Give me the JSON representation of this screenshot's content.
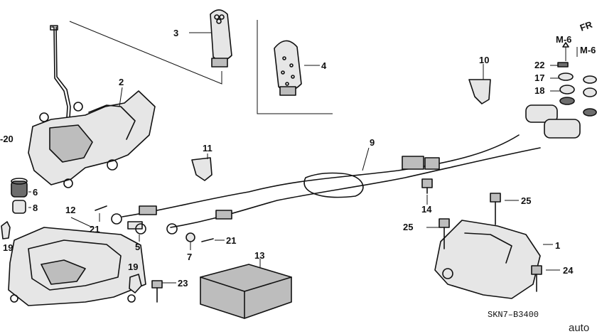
{
  "callouts": {
    "c1": "1",
    "c2": "2",
    "c3": "3",
    "c4": "4",
    "c5": "5",
    "c6": "6",
    "c7": "7",
    "c8": "8",
    "c9": "9",
    "c10": "10",
    "c11": "11",
    "c12": "12",
    "c13": "13",
    "c14": "14",
    "c17": "17",
    "c18": "18",
    "c19a": "19",
    "c19b": "19",
    "c20": "-20",
    "c21a": "21",
    "c21b": "21",
    "c22": "22",
    "c23": "23",
    "c24": "24",
    "c25a": "25",
    "c25b": "25"
  },
  "refs": {
    "m6a": "M-6",
    "m6b": "M-6",
    "front": "FR"
  },
  "diagram_code": "SKN7–B3400",
  "watermark": "auto"
}
